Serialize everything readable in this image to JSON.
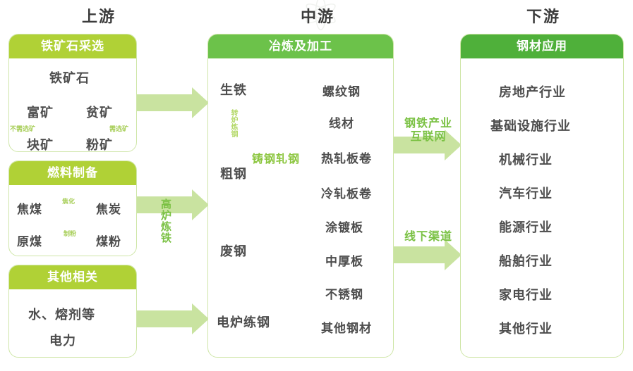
{
  "columns": {
    "upstream_title": "上游",
    "midstream_title": "中游",
    "downstream_title": "下游"
  },
  "colors": {
    "upstream_header": "#b0d136",
    "midstream_header": "#6cc24a",
    "downstream_header": "#4fb03a",
    "arrow_fill": "#c8e29a",
    "thin_arrow": "#b9dc8a",
    "label_green": "#8cc63f",
    "text_dark": "#4d4d4d"
  },
  "upstream": {
    "boxes": [
      {
        "header": "铁矿石采选",
        "nodes": {
          "root": "铁矿石",
          "left": "富矿",
          "right": "贫矿",
          "left_out": "块矿",
          "right_out": "粉矿"
        },
        "mini_labels": {
          "left": "不需选矿",
          "right": "需选矿"
        }
      },
      {
        "header": "燃料制备",
        "rows": [
          {
            "from": "焦煤",
            "label": "焦化",
            "to": "焦炭"
          },
          {
            "from": "原煤",
            "label": "制粉",
            "to": "煤粉"
          }
        ]
      },
      {
        "header": "其他相关",
        "lines": [
          "水、熔剂等",
          "电力"
        ]
      }
    ]
  },
  "midstream": {
    "header": "冶炼及加工",
    "flow_nodes": {
      "pig_iron": "生铁",
      "crude_steel": "粗钢",
      "scrap_steel": "废钢",
      "eaf_steel": "电炉练钢"
    },
    "flow_label_vertical": "转炉炼钢",
    "process_label": "铸钢轧钢",
    "products": [
      "螺纹钢",
      "线材",
      "热轧板卷",
      "冷轧板卷",
      "涂镀板",
      "中厚板",
      "不锈钢",
      "其他钢材"
    ]
  },
  "downstream": {
    "header": "钢材应用",
    "industries": [
      "房地产行业",
      "基础设施行业",
      "机械行业",
      "汽车行业",
      "能源行业",
      "船舶行业",
      "家电行业",
      "其他行业"
    ]
  },
  "connectors": {
    "up_to_mid_label": "高炉炼铁",
    "mid_to_down_top_label_line1": "钢铁产业",
    "mid_to_down_top_label_line2": "互联网",
    "mid_to_down_bottom_label": "线下渠道"
  },
  "watermarks": [
    "⚛",
    "◎",
    "✻"
  ]
}
